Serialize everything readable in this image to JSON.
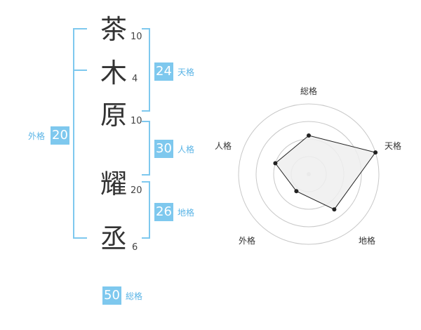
{
  "characters": [
    {
      "char": "茶",
      "strokes": "10"
    },
    {
      "char": "木",
      "strokes": "4"
    },
    {
      "char": "原",
      "strokes": "10"
    },
    {
      "char": "耀",
      "strokes": "20"
    },
    {
      "char": "丞",
      "strokes": "6"
    }
  ],
  "kakusu": {
    "tenkaku": {
      "value": "24",
      "label": "天格"
    },
    "jinkaku": {
      "value": "30",
      "label": "人格"
    },
    "chikaku": {
      "value": "26",
      "label": "地格"
    },
    "gaikaku": {
      "value": "20",
      "label": "外格"
    },
    "soukaku": {
      "value": "50",
      "label": "総格"
    }
  },
  "chart_data": {
    "type": "radar",
    "axes": [
      "総格",
      "天格",
      "地格",
      "外格",
      "人格"
    ],
    "values": [
      0.55,
      1.0,
      0.62,
      0.3,
      0.5
    ],
    "range": [
      0,
      1
    ],
    "rings": 4,
    "fill_color": "#eeeeee",
    "line_color": "#222222",
    "grid_color": "#c8c8c8"
  }
}
